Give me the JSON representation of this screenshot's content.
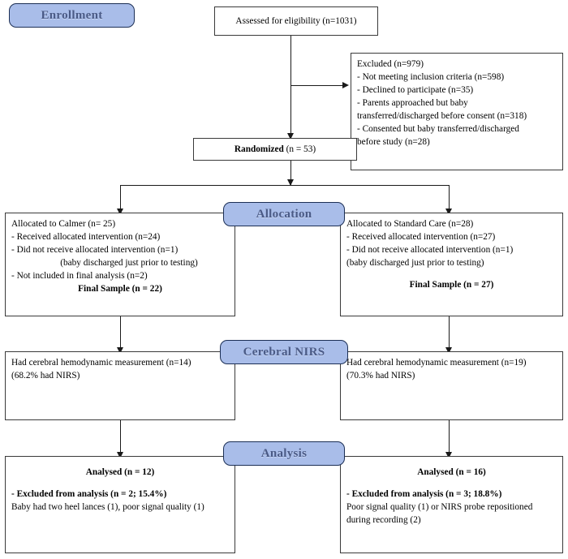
{
  "diagram": {
    "title": "CONSORT participant flow diagram",
    "accent_badge_fill": "#a9bde9",
    "accent_badge_border": "#1c2f55",
    "accent_badge_text": "#4a5a86",
    "line_color": "#1a1a1a",
    "box_border": "#3a3a3a"
  },
  "stages": {
    "enrollment": "Enrollment",
    "allocation": "Allocation",
    "cerebral_nirs": "Cerebral NIRS",
    "analysis": "Analysis"
  },
  "nodes": {
    "assessed": {
      "text": "Assessed for eligibility (n=1031)"
    },
    "excluded": {
      "lines": [
        "Excluded (n=979)",
        "- Not meeting inclusion criteria (n=598)",
        "- Declined to participate (n=35)",
        "- Parents approached but baby",
        "transferred/discharged before consent (n=318)",
        "- Consented but baby transferred/discharged",
        "before study (n=28)"
      ]
    },
    "randomized": {
      "label": "Randomized",
      "value": "(n = 53)"
    },
    "allocation_left": {
      "heading": "Allocated to Calmer (n= 25)",
      "lines": [
        "- Received allocated intervention (n=24)",
        "- Did not receive allocated intervention (n=1)"
      ],
      "note": "(baby discharged just prior to testing)",
      "extra": "- Not included in final analysis (n=2)",
      "final_sample": "Final Sample (n = 22)"
    },
    "allocation_right": {
      "heading": "Allocated to Standard Care (n=28)",
      "lines": [
        "- Received allocated intervention (n=27)",
        "- Did not receive allocated intervention (n=1)"
      ],
      "note": "(baby discharged just prior to testing)",
      "final_sample": "Final Sample (n = 27)"
    },
    "nirs_left": {
      "line1": "Had cerebral hemodynamic measurement (n=14)",
      "line2": "(68.2% had NIRS)"
    },
    "nirs_right": {
      "line1": "Had cerebral hemodynamic measurement (n=19)",
      "line2": "(70.3% had NIRS)"
    },
    "analysis_left": {
      "heading": "Analysed  (n = 12)",
      "excluded_heading": "- Excluded from analysis (n = 2; 15.4%)",
      "detail": "Baby had two heel lances (1), poor signal quality (1)"
    },
    "analysis_right": {
      "heading": "Analysed  (n = 16)",
      "excluded_heading": "- Excluded from analysis (n = 3; 18.8%)",
      "detail": "Poor signal quality (1) or NIRS probe repositioned during recording (2)"
    }
  }
}
